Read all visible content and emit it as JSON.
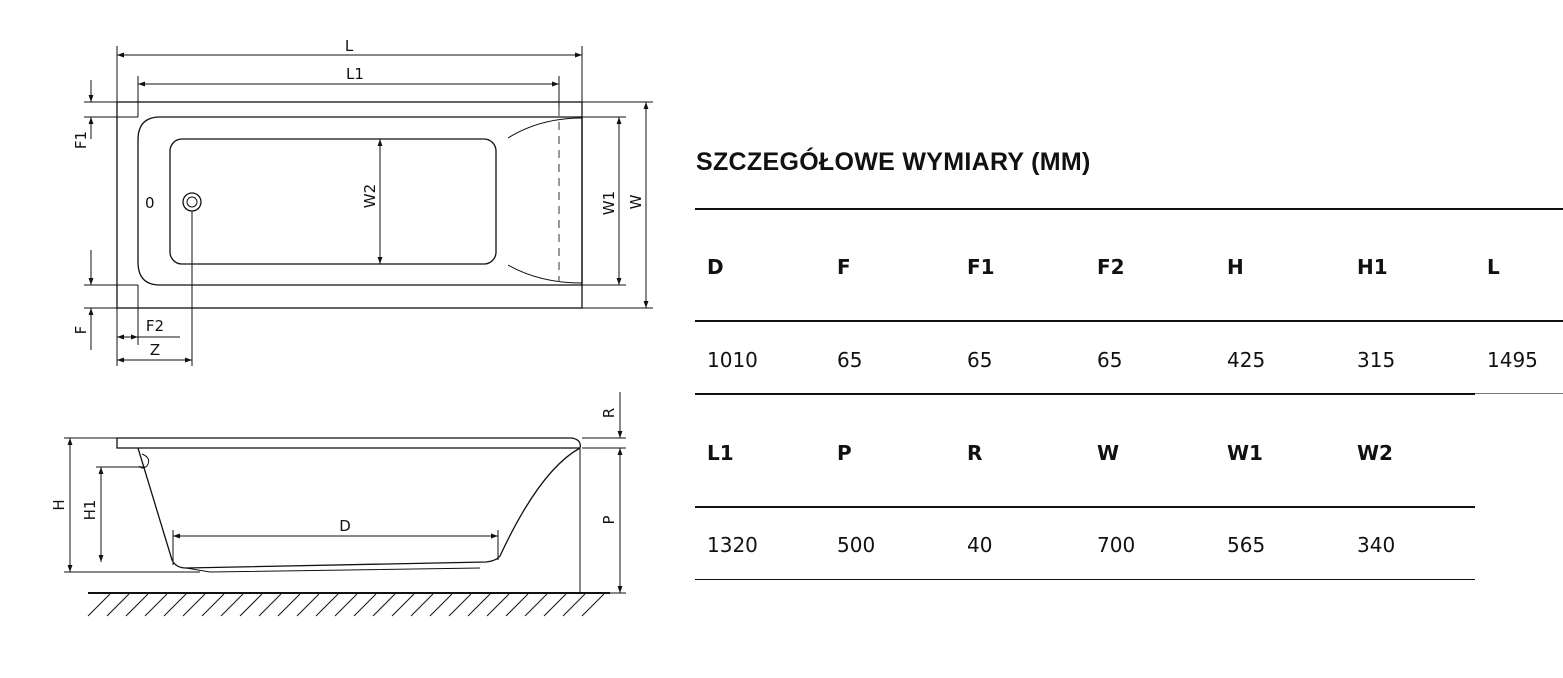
{
  "diagram": {
    "top_view_labels": {
      "L": "L",
      "L1": "L1",
      "F1": "F1",
      "F": "F",
      "F2": "F2",
      "Z": "Z",
      "W": "W",
      "W1": "W1",
      "W2": "W2",
      "drain": "0"
    },
    "side_view_labels": {
      "R": "R",
      "H": "H",
      "H1": "H1",
      "D": "D",
      "P": "P"
    }
  },
  "table": {
    "title": "SZCZEGÓŁOWE WYMIARY (MM)",
    "row1": {
      "headers": [
        "D",
        "F",
        "F1",
        "F2",
        "H",
        "H1",
        "L"
      ],
      "values": [
        "1010",
        "65",
        "65",
        "65",
        "425",
        "315",
        "1495"
      ]
    },
    "row2": {
      "headers": [
        "L1",
        "P",
        "R",
        "W",
        "W1",
        "W2"
      ],
      "values": [
        "1320",
        "500",
        "40",
        "700",
        "565",
        "340"
      ]
    }
  }
}
